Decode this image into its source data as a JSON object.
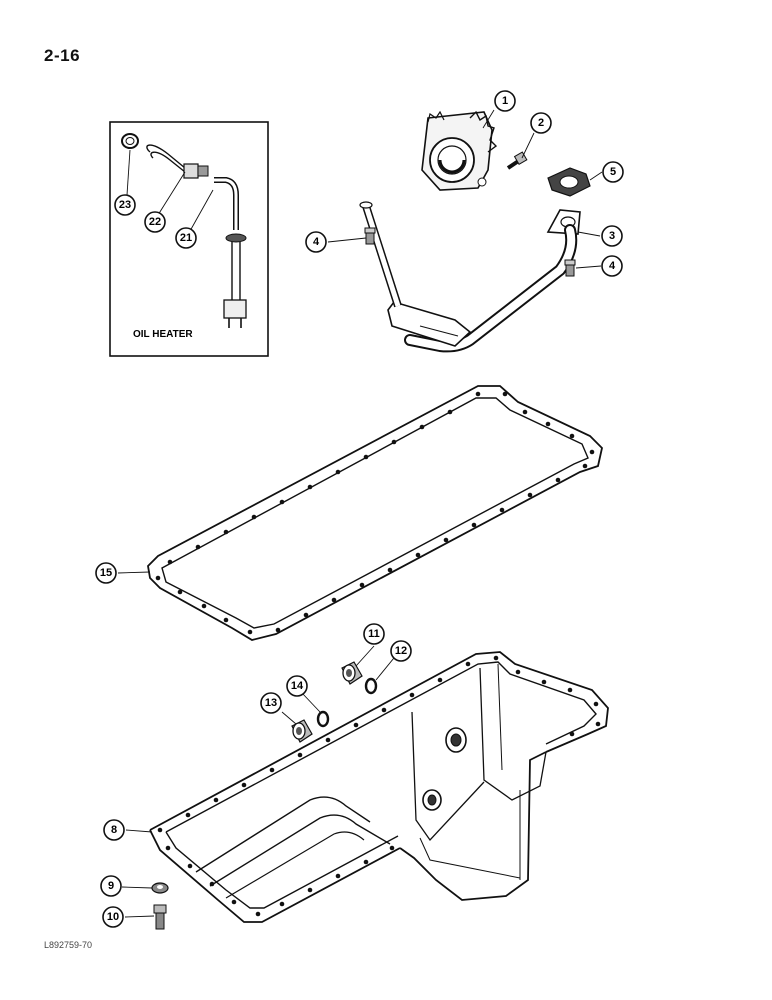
{
  "page": {
    "number": "2-16",
    "figure_id": "L892759-70"
  },
  "inset": {
    "label": "OIL HEATER"
  },
  "callouts": {
    "c1": "1",
    "c2": "2",
    "c3": "3",
    "c4a": "4",
    "c4b": "4",
    "c5": "5",
    "c8": "8",
    "c9": "9",
    "c10": "10",
    "c11": "11",
    "c12": "12",
    "c13": "13",
    "c14": "14",
    "c15": "15",
    "c21": "21",
    "c22": "22",
    "c23": "23"
  }
}
